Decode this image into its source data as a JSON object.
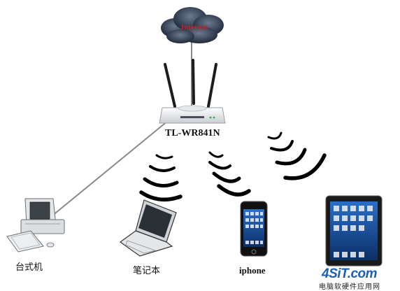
{
  "diagram": {
    "cloud_label": "Internet",
    "router_label": "TL-WR841N",
    "devices": {
      "desktop": "台式机",
      "laptop": "笔记本",
      "iphone": "iphone"
    },
    "watermark": {
      "logo": "4SiT.com",
      "subtitle": "电脑软硬件应用网"
    },
    "colors": {
      "cloud": "#2e3a4f",
      "cloud_text": "#c0262a",
      "cable": "#8a8a8a",
      "signal_arc": "#000000",
      "watermark": "#1e5fb3"
    }
  }
}
